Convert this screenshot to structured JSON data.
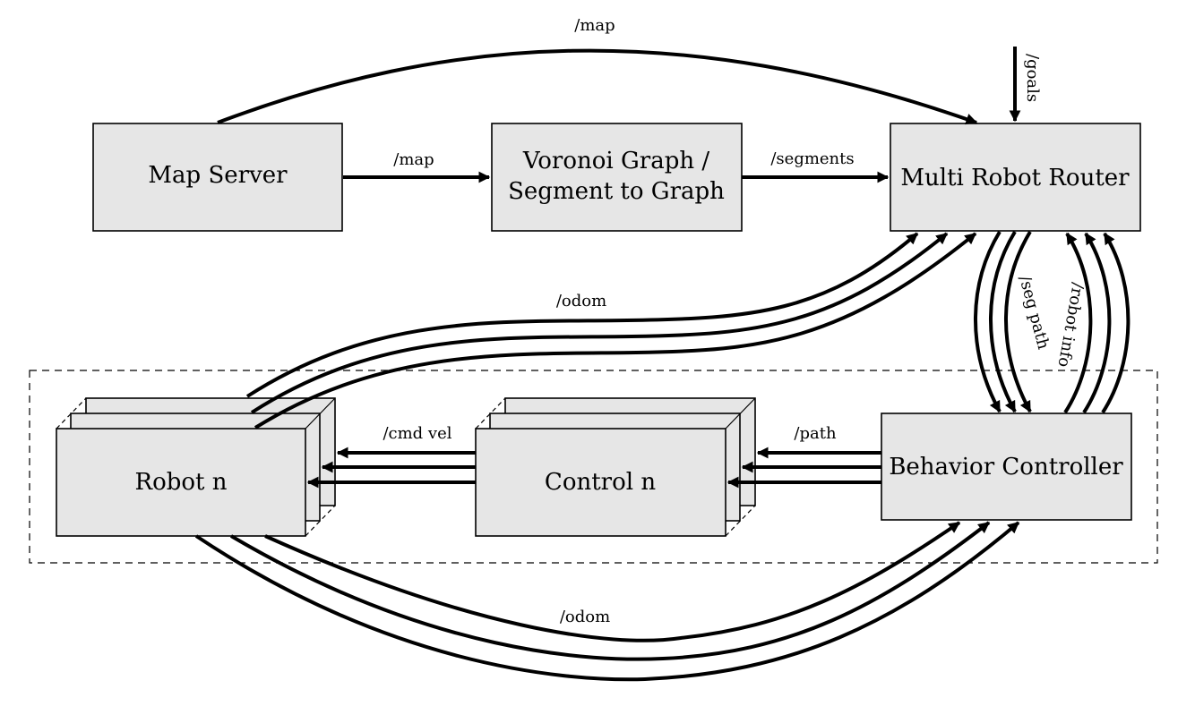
{
  "nodes": {
    "map_server": "Map Server",
    "voronoi_line1": "Voronoi Graph /",
    "voronoi_line2": "Segment to Graph",
    "multi_robot_router": "Multi Robot Router",
    "robot": "Robot n",
    "control": "Control n",
    "behavior_controller": "Behavior Controller"
  },
  "edges": {
    "map_top": "/map",
    "map_mid": "/map",
    "segments": "/segments",
    "goals": "/goals",
    "odom_top": "/odom",
    "seg_path": "/seg path",
    "robot_info": "/robot info",
    "cmd_vel": "/cmd vel",
    "path": "/path",
    "odom_bottom": "/odom"
  }
}
